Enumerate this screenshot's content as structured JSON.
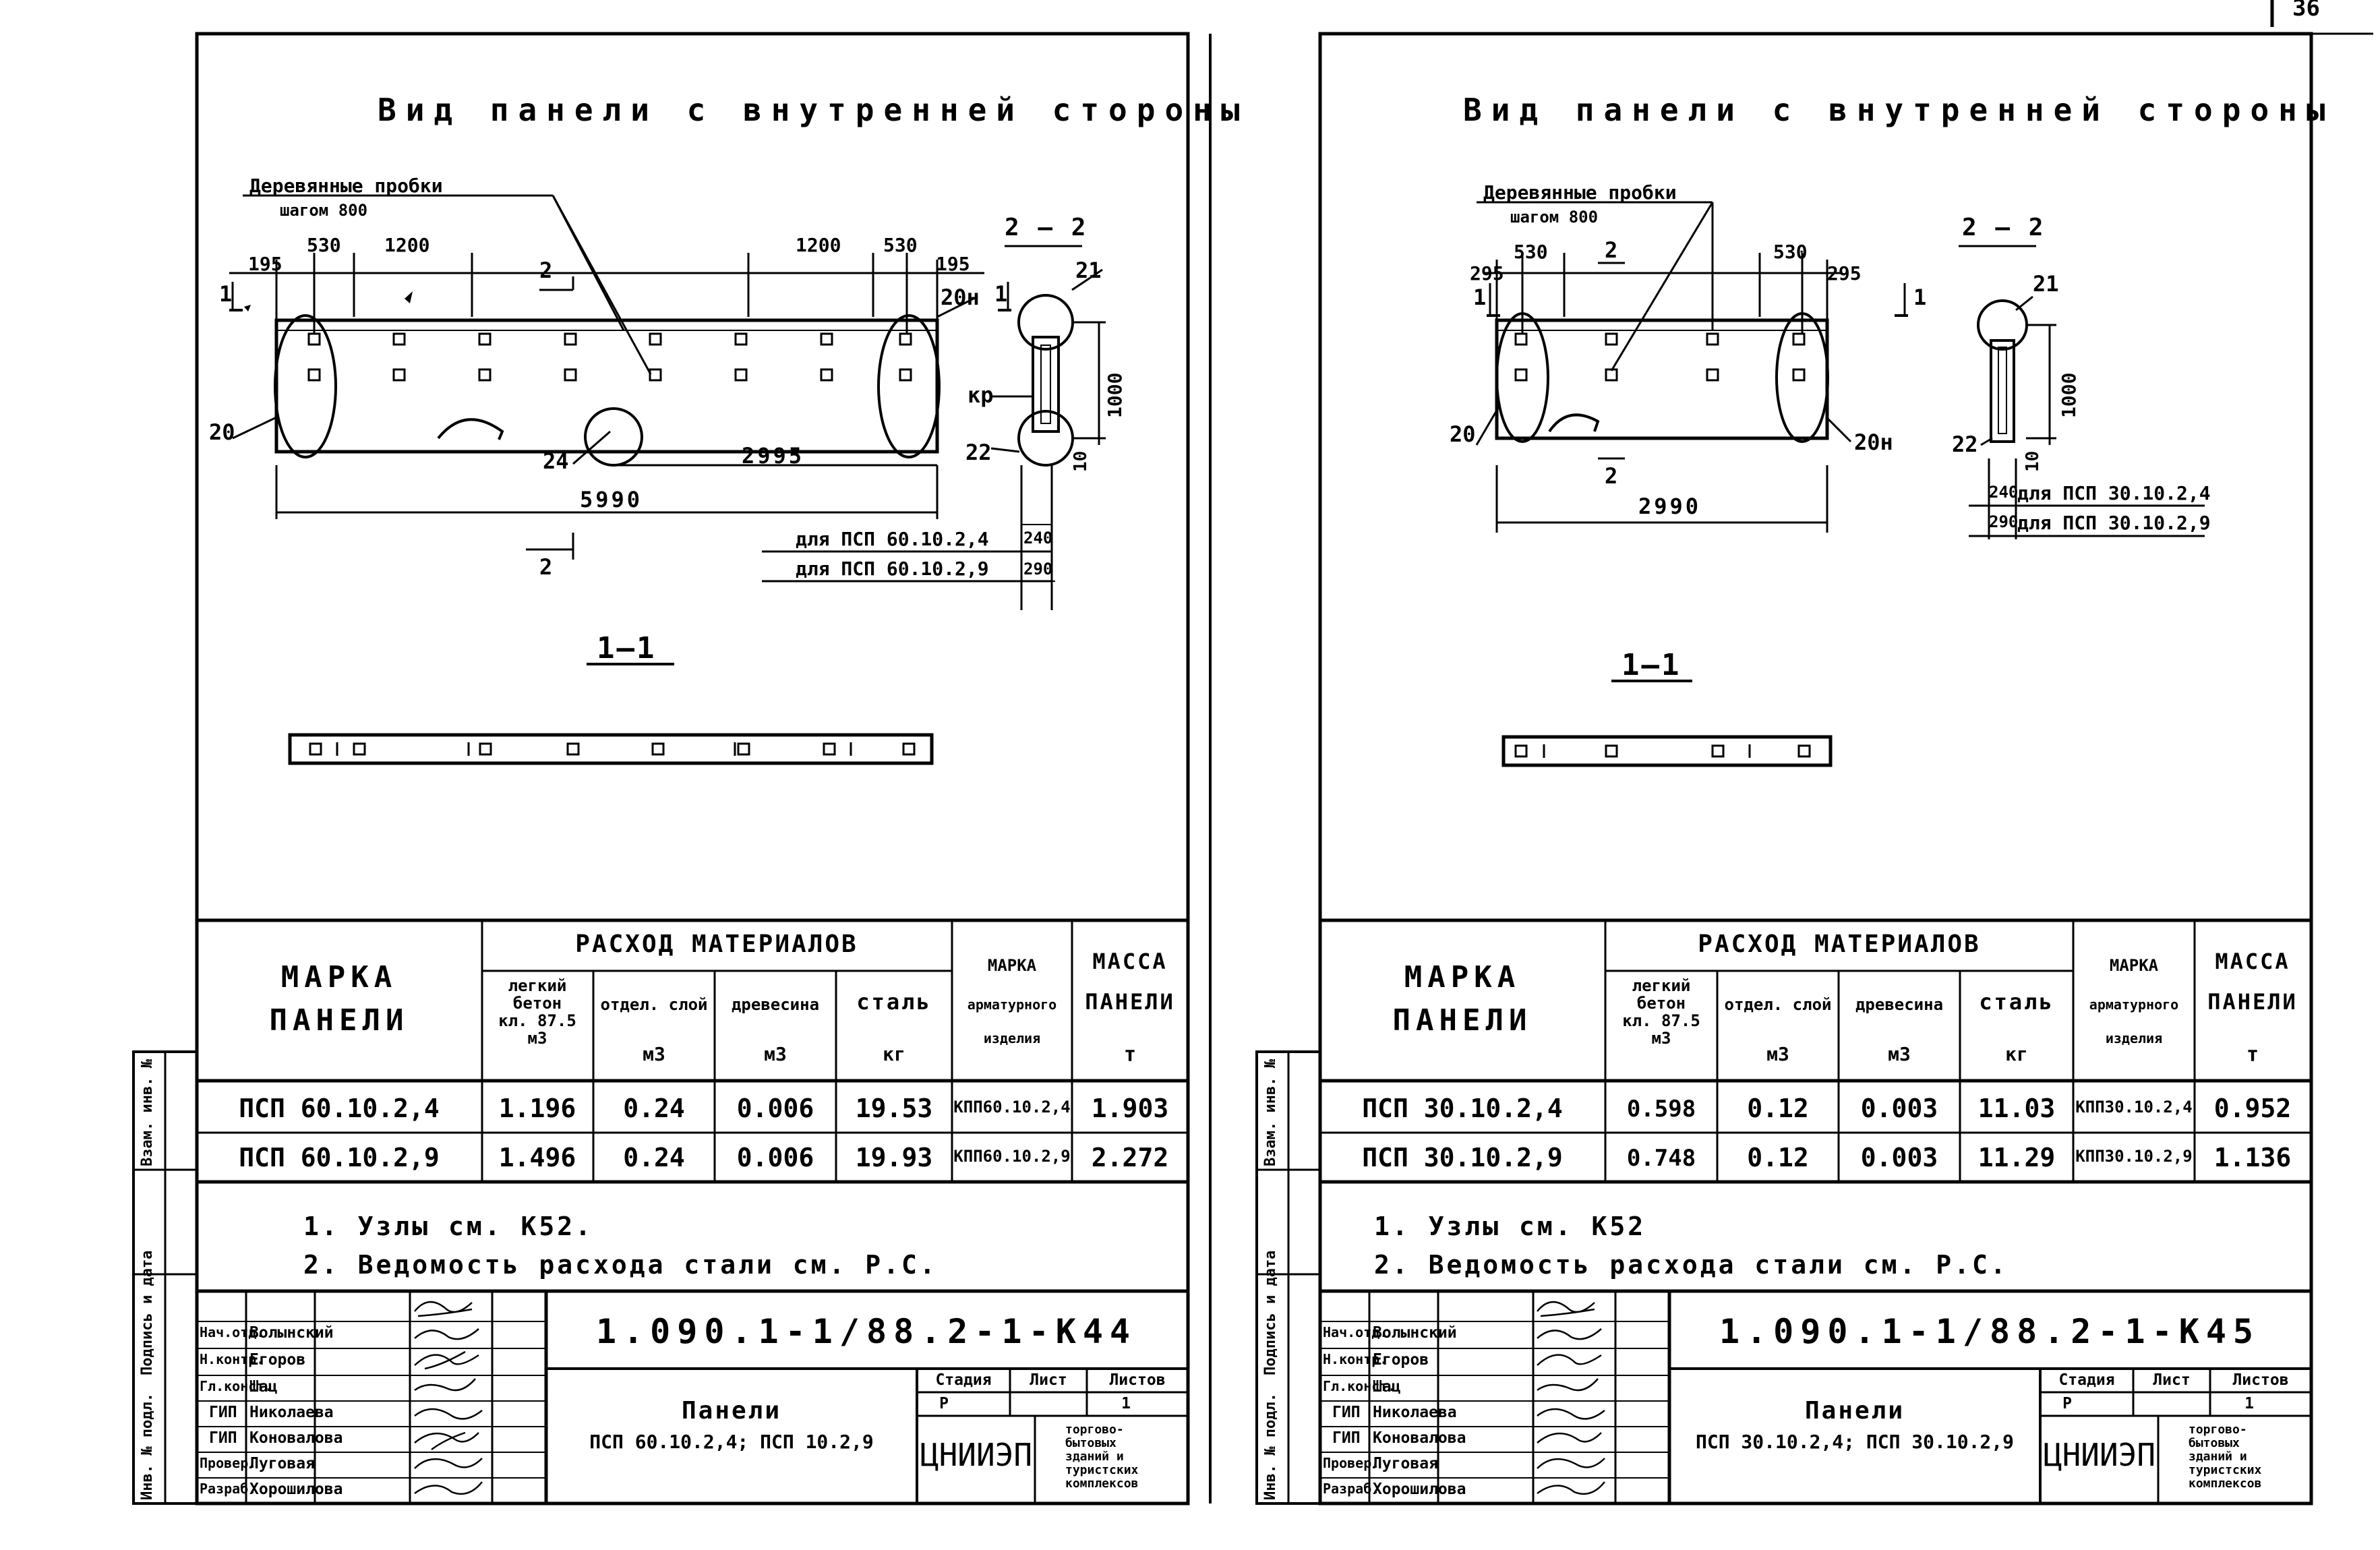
{
  "page_number": "36",
  "sheets": [
    {
      "title": "Вид панели с внутренней стороны",
      "drawing": {
        "callout": "Деревянные пробки",
        "callout_sub": "шагом 800",
        "dims_top": [
          "195",
          "530",
          "1200",
          "1200",
          "530",
          "195"
        ],
        "dim_half": "2995",
        "dim_total": "5990",
        "height": "1000",
        "gap": "10",
        "sect_1": "1",
        "sect_2": "2",
        "marks": {
          "m20": "20",
          "m20n": "20н",
          "m21": "21",
          "m22": "22",
          "m24": "24",
          "kr": "кр"
        },
        "section22_label": "2 — 2",
        "section11_label": "1—1",
        "thick_240": "240",
        "thick_290": "290",
        "for_1": "для ПСП 60.10.2,4",
        "for_2": "для ПСП 60.10.2,9"
      },
      "table": {
        "mark_header": "МАРКА ПАНЕЛИ",
        "mark_l1": "МАРКА",
        "mark_l2": "ПАНЕЛИ",
        "materials_header": "РАСХОД МАТЕРИАЛОВ",
        "col_concrete": "легкий бетон кл. 87.5",
        "col_concrete_l1": "легкий",
        "col_concrete_l2": "бетон",
        "col_concrete_l3": "кл. 87.5",
        "unit_concrete": "м3",
        "col_layer": "отдел. слой",
        "unit_layer": "м3",
        "col_wood": "древесина",
        "unit_wood": "м3",
        "col_steel": "сталь",
        "unit_steel": "кг",
        "col_rebar": "марка арматурного изделия",
        "col_rebar_l1": "МАРКА",
        "col_rebar_l2": "арматурного",
        "col_rebar_l3": "изделия",
        "col_mass": "масса панели",
        "col_mass_l1": "МАССА",
        "col_mass_l2": "ПАНЕЛИ",
        "unit_mass": "т",
        "rows": [
          {
            "mark": "ПСП 60.10.2,4",
            "concrete": "1.196",
            "layer": "0.24",
            "wood": "0.006",
            "steel": "19.53",
            "rebar": "КПП60.10.2,4",
            "mass": "1.903"
          },
          {
            "mark": "ПСП 60.10.2,9",
            "concrete": "1.496",
            "layer": "0.24",
            "wood": "0.006",
            "steel": "19.93",
            "rebar": "КПП60.10.2,9",
            "mass": "2.272"
          }
        ]
      },
      "notes": [
        "1. Узлы см. К52.",
        "2. Ведомость расхода стали см. Р.С."
      ],
      "stamp": {
        "code": "1.090.1-1/88.2-1-К44",
        "name": "Панели",
        "subname": "ПСП 60.10.2,4; ПСП 10.2,9",
        "stage_h": "Стадия",
        "sheet_h": "Лист",
        "sheets_h": "Листов",
        "stage": "Р",
        "sheet": "",
        "sheets": "1",
        "org": "ЦНИИЭП",
        "org_desc": [
          "торгово-",
          "бытовых",
          "зданий и",
          "туристских",
          "комплексов"
        ],
        "people": [
          {
            "role": "Нач.отд.",
            "name": "Волынский"
          },
          {
            "role": "Н.контр.",
            "name": "Егоров"
          },
          {
            "role": "Гл.конст.",
            "name": "Шац"
          },
          {
            "role": "ГИП",
            "name": "Николаева"
          },
          {
            "role": "ГИП",
            "name": "Коновалова"
          },
          {
            "role": "Провер.",
            "name": "Луговая"
          },
          {
            "role": "Разраб.",
            "name": "Хорошилова"
          }
        ]
      },
      "side_labels": [
        "Инв. № подл.",
        "Подпись и дата",
        "Взам. инв. №"
      ]
    },
    {
      "title": "Вид панели с внутренней стороны",
      "drawing": {
        "callout": "Деревянные пробки",
        "callout_sub": "шагом 800",
        "dims_top": [
          "295",
          "530",
          "530",
          "295"
        ],
        "dim_total": "2990",
        "height": "1000",
        "gap": "10",
        "sect_1": "1",
        "sect_2": "2",
        "marks": {
          "m20": "20",
          "m20n": "20н",
          "m21": "21",
          "m22": "22"
        },
        "section22_label": "2 — 2",
        "section11_label": "1—1",
        "thick_240": "240",
        "thick_290": "290",
        "for_1": "для ПСП 30.10.2,4",
        "for_2": "для ПСП 30.10.2,9"
      },
      "table": {
        "mark_l1": "МАРКА",
        "mark_l2": "ПАНЕЛИ",
        "materials_header": "РАСХОД МАТЕРИАЛОВ",
        "col_concrete_l1": "легкий",
        "col_concrete_l2": "бетон",
        "col_concrete_l3": "кл. 87.5",
        "unit_concrete": "м3",
        "col_layer": "отдел. слой",
        "unit_layer": "м3",
        "col_wood": "древесина",
        "unit_wood": "м3",
        "col_steel": "сталь",
        "unit_steel": "кг",
        "col_rebar_l1": "МАРКА",
        "col_rebar_l2": "арматурного",
        "col_rebar_l3": "изделия",
        "col_mass_l1": "МАССА",
        "col_mass_l2": "ПАНЕЛИ",
        "unit_mass": "т",
        "rows": [
          {
            "mark": "ПСП 30.10.2,4",
            "concrete": "0.598",
            "layer": "0.12",
            "wood": "0.003",
            "steel": "11.03",
            "rebar": "КПП30.10.2,4",
            "mass": "0.952"
          },
          {
            "mark": "ПСП 30.10.2,9",
            "concrete": "0.748",
            "layer": "0.12",
            "wood": "0.003",
            "steel": "11.29",
            "rebar": "КПП30.10.2,9",
            "mass": "1.136"
          }
        ]
      },
      "notes": [
        "1. Узлы см. К52",
        "2. Ведомость расхода стали см. Р.С."
      ],
      "stamp": {
        "code": "1.090.1-1/88.2-1-К45",
        "name": "Панели",
        "subname": "ПСП 30.10.2,4; ПСП 30.10.2,9",
        "stage_h": "Стадия",
        "sheet_h": "Лист",
        "sheets_h": "Листов",
        "stage": "Р",
        "sheet": "",
        "sheets": "1",
        "org": "ЦНИИЭП",
        "org_desc": [
          "торгово-",
          "бытовых",
          "зданий и",
          "туристских",
          "комплексов"
        ],
        "people": [
          {
            "role": "Нач.отд.",
            "name": "Волынский"
          },
          {
            "role": "Н.контр.",
            "name": "Егоров"
          },
          {
            "role": "Гл.конст.",
            "name": "Шац"
          },
          {
            "role": "ГИП",
            "name": "Николаева"
          },
          {
            "role": "ГИП",
            "name": "Коновалова"
          },
          {
            "role": "Провер.",
            "name": "Луговая"
          },
          {
            "role": "Разраб.",
            "name": "Хорошилова"
          }
        ]
      },
      "side_labels": [
        "Инв. № подл.",
        "Подпись и дата",
        "Взам. инв. №"
      ]
    }
  ]
}
